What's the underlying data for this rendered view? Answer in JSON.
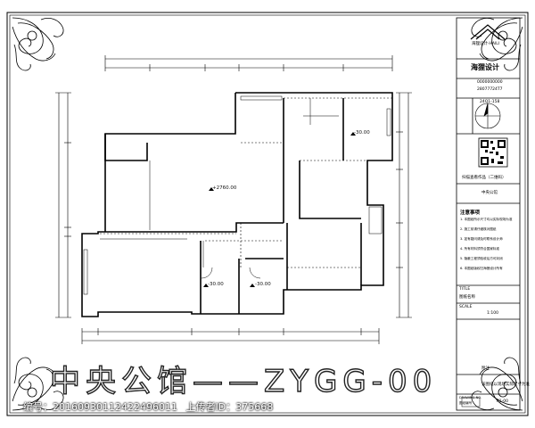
{
  "plan": {
    "big_title": "中央公馆——ZYGG-00",
    "rooms": [
      {
        "id": "living",
        "text": "+2760.00"
      },
      {
        "id": "top-right",
        "text": "-30.00"
      },
      {
        "id": "bath1",
        "text": "-30.00"
      },
      {
        "id": "bath2",
        "text": "-30.00"
      }
    ]
  },
  "title_block": {
    "logo_text": "海狸设计",
    "logo_sub": "海狸设计·HAILI",
    "phone1": "0000000000",
    "phone2": "28077724T7",
    "code": "24Q1-158",
    "qr_caption": "扫描查看作品（二维码）",
    "project": "中央公馆",
    "notes_title": "注意事项",
    "notes": [
      "1. 本图纸所示尺寸均以实际现场为准",
      "2. 施工前请仔细核对图纸",
      "3. 如有疑问请及时联系设计师",
      "4. 所有材料须符合国家标准",
      "5. 隐蔽工程须验收后方可封闭",
      "6. 本图纸版权归海狸设计所有"
    ],
    "title_label": "TITLE",
    "title_value": "图纸名称",
    "scale_label": "SCALE",
    "scale_value": "1:100",
    "remark_label": "附注",
    "remark_value": "该图纸以现场实际尺寸为准",
    "drawing_no_label": "DRAWING NO.",
    "drawing_no_sub": "图纸编号",
    "drawing_no": "P1-00"
  },
  "watermark": {
    "id_label": "编号：",
    "id_value": "20160930112422496011",
    "uploader_label": "上传者ID：",
    "uploader_value": "375668"
  },
  "colors": {
    "line": "#000000",
    "watermark": "#ffffff"
  }
}
